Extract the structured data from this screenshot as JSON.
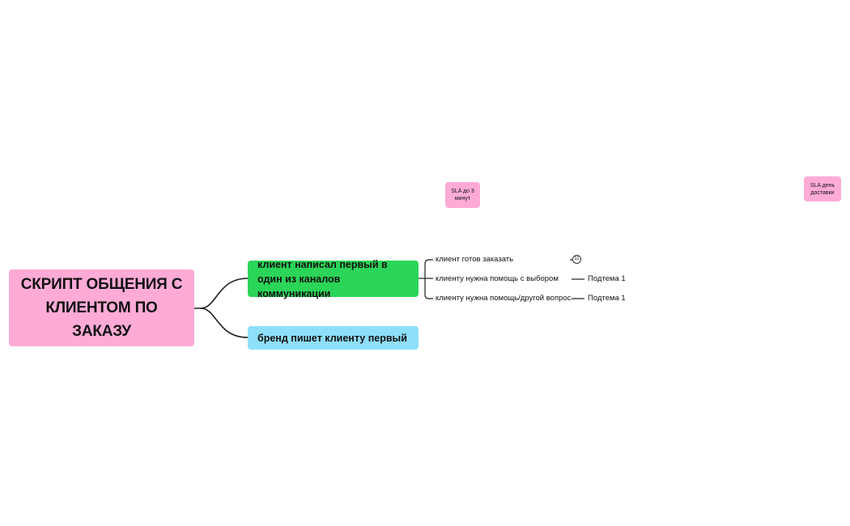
{
  "mindmap": {
    "root": {
      "label": "СКРИПТ ОБЩЕНИЯ С КЛИЕНТОМ ПО ЗАКАЗУ",
      "color": "#ffabd6"
    },
    "branches": [
      {
        "label": "клиент написал первый в один из каналов коммуникации",
        "color": "#2bd557",
        "children": [
          {
            "label": "клиент готов заказать",
            "collapsed_count": "11"
          },
          {
            "label": "клиенту нужна помощь с выбором",
            "subtopic": "Подтема 1"
          },
          {
            "label": "клиенту нужна помощь/другой вопрос",
            "subtopic": "Подтема 1"
          }
        ]
      },
      {
        "label": "бренд пишет клиенту первый",
        "color": "#8edff9"
      }
    ],
    "stickies": [
      {
        "label": "SLA до 3 минут",
        "color": "#ffabd6"
      },
      {
        "label": "SLA день доставки",
        "color": "#ffabd6"
      }
    ],
    "connector_color": "#1f1f1f"
  }
}
